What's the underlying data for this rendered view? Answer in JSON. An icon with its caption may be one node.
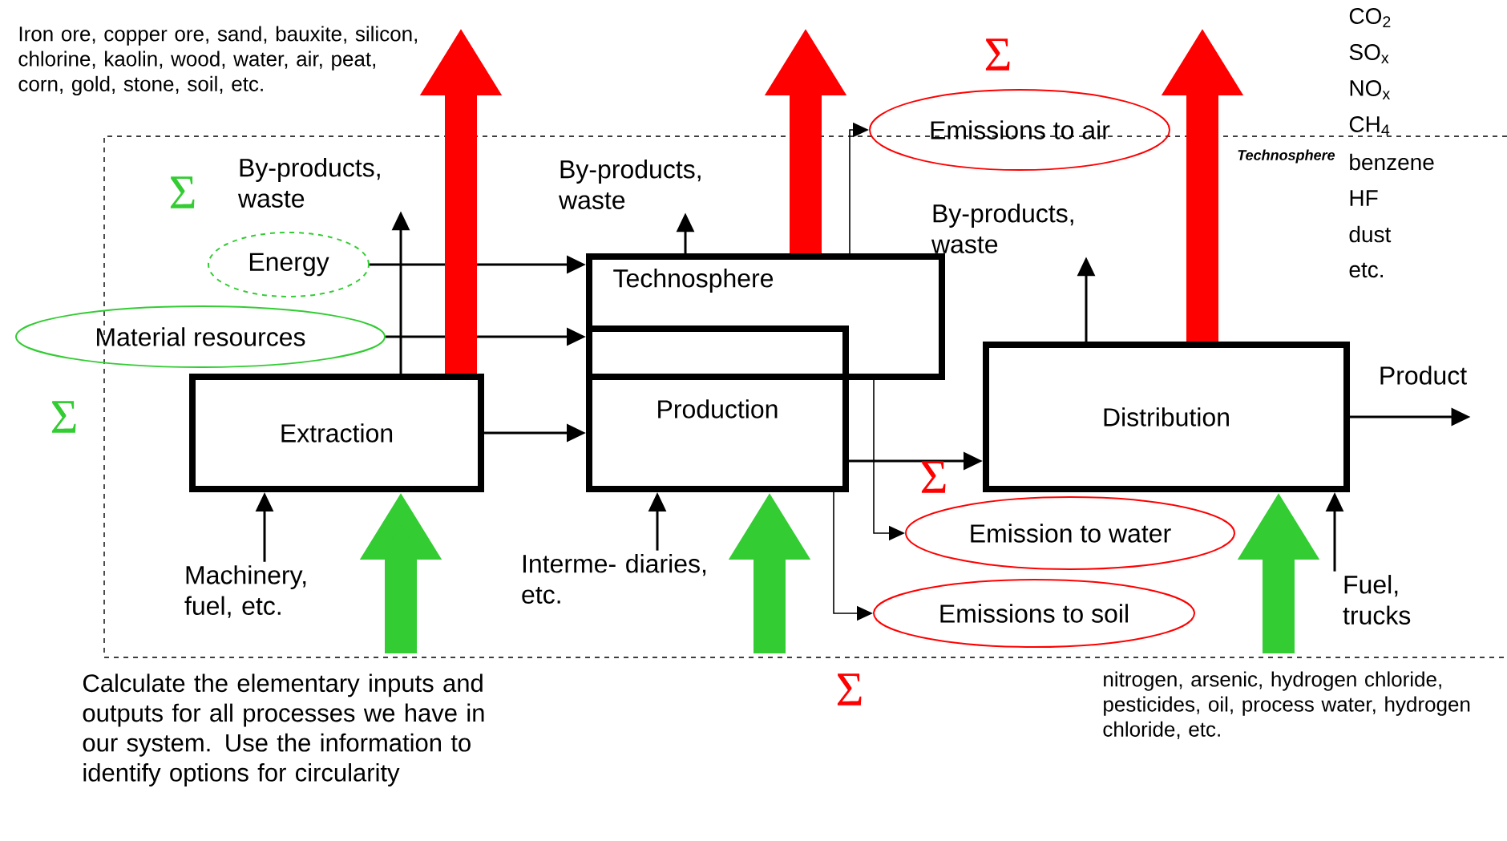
{
  "diagram": {
    "nodes": [
      {
        "text": [
          "Extraction"
        ]
      },
      {
        "text": [
          "Technosphere"
        ]
      },
      {
        "text": [
          "Production"
        ]
      },
      {
        "text": [
          "Distribution"
        ]
      },
      {
        "text": [
          "Energy"
        ]
      },
      {
        "text": [
          "Material resources"
        ]
      },
      {
        "text": [
          "Emissions to air"
        ]
      },
      {
        "text": [
          "Emission to water"
        ]
      },
      {
        "text": [
          "Emissions to soil"
        ]
      },
      {
        "text": [
          "Product"
        ]
      },
      {
        "text": [
          "By-products, waste"
        ]
      },
      {
        "text": [
          "By-products, waste"
        ]
      },
      {
        "text": [
          "By-products, waste"
        ]
      },
      {
        "text": [
          "Machinery, fuel, etc."
        ]
      },
      {
        "text": [
          "Interme- diaries, etc."
        ]
      },
      {
        "text": [
          "Fuel, trucks"
        ]
      }
    ],
    "edges": [
      {
        "from": 4,
        "to": 1,
        "arrow": "to"
      },
      {
        "from": 5,
        "to": 2,
        "arrow": "to"
      },
      {
        "from": 0,
        "to": 2,
        "arrow": "to"
      },
      {
        "from": 2,
        "to": 3,
        "arrow": "to"
      },
      {
        "from": 3,
        "to": 9,
        "arrow": "to"
      },
      {
        "from": 0,
        "to": 10,
        "arrow": "to"
      },
      {
        "from": 1,
        "to": 11,
        "arrow": "to"
      },
      {
        "from": 3,
        "to": 12,
        "arrow": "to"
      },
      {
        "from": 13,
        "to": 0,
        "arrow": "to"
      },
      {
        "from": 14,
        "to": 2,
        "arrow": "to"
      },
      {
        "from": 15,
        "to": 3,
        "arrow": "to"
      },
      {
        "from": 1,
        "to": 6,
        "arrow": "to"
      },
      {
        "from": 1,
        "to": 7,
        "arrow": "to"
      },
      {
        "from": 2,
        "to": 8,
        "arrow": "to"
      },
      {
        "from": 0,
        "to": null,
        "arrow": "to",
        "style": "thick",
        "color": "#ff0000"
      },
      {
        "from": 1,
        "to": null,
        "arrow": "to",
        "style": "thick",
        "color": "#ff0000"
      },
      {
        "from": 3,
        "to": null,
        "arrow": "to",
        "style": "thick",
        "color": "#ff0000"
      },
      {
        "from": null,
        "to": 0,
        "arrow": "to",
        "style": "thick",
        "color": "#33cc33"
      },
      {
        "from": null,
        "to": 2,
        "arrow": "to",
        "style": "thick",
        "color": "#33cc33"
      },
      {
        "from": null,
        "to": 3,
        "arrow": "to",
        "style": "thick",
        "color": "#33cc33"
      }
    ],
    "labels": [
      "CO$_{2}$",
      "SO$_{x}$",
      "NO$_{x}$",
      "CH$_{4}$",
      "benzene",
      "HF",
      "dust",
      "etc.",
      "Σ",
      "Iron ore, copper ore, sand, bauxite, silicon, chlorine, kaolin, wood, water, air, peat, corn, gold, stone, soil, etc.",
      "Technosphere",
      "Σ",
      "Σ",
      "Σ",
      "Σ",
      "nitrogen, arsenic, hydrogen chloride, pesticides, oil, process water, hydrogen chloride, etc.",
      "Calculate the elementary inputs and outputs for all processes we have in our system. Use the information to identify options for circularity"
    ]
  }
}
